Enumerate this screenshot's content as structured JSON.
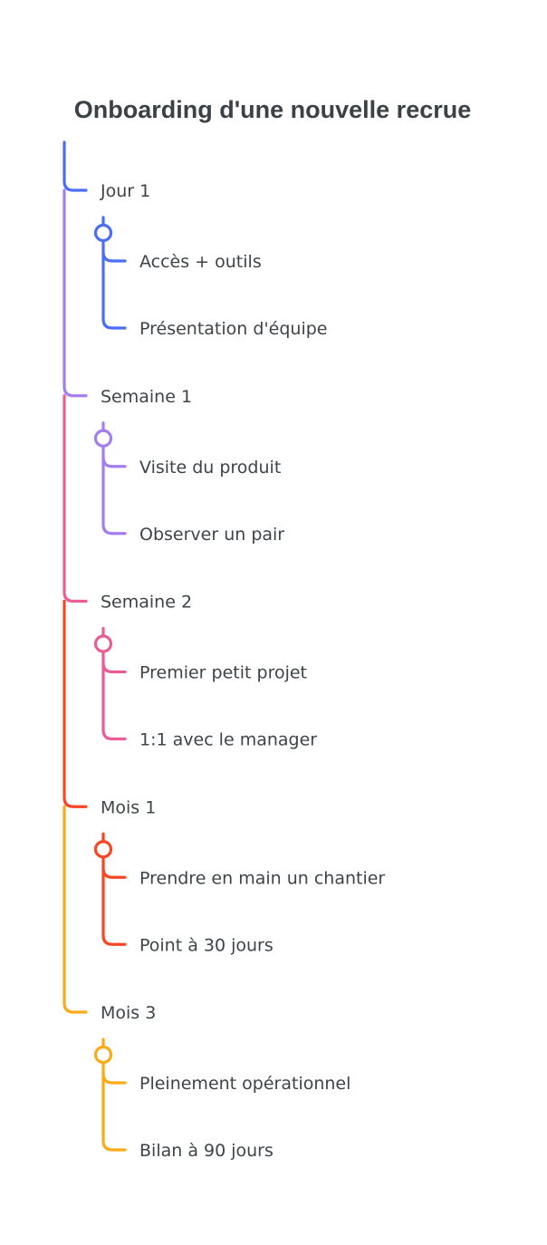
{
  "title": "Onboarding d'une nouvelle recrue",
  "phases": [
    {
      "label": "Jour 1",
      "color": "#4a6ef5",
      "tasks": [
        "Accès + outils",
        "Présentation d'équipe"
      ]
    },
    {
      "label": "Semaine 1",
      "color": "#a47ef0",
      "tasks": [
        "Visite du produit",
        "Observer un pair"
      ]
    },
    {
      "label": "Semaine 2",
      "color": "#ec5d96",
      "tasks": [
        "Premier petit projet",
        "1:1 avec le manager"
      ]
    },
    {
      "label": "Mois 1",
      "color": "#fb4623",
      "tasks": [
        "Prendre en main un chantier",
        "Point à 30 jours"
      ]
    },
    {
      "label": "Mois 3",
      "color": "#fbaa18",
      "tasks": [
        "Pleinement opérationnel",
        "Bilan à 90 jours"
      ]
    }
  ]
}
